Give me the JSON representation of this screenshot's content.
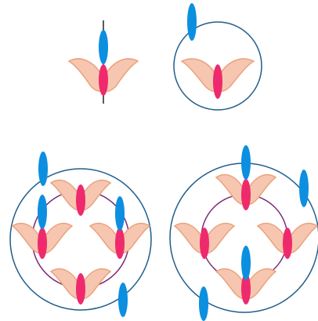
{
  "colors": {
    "background": "#ffffff",
    "petal_fill": "#f7c6b0",
    "petal_stroke": "#e9a37d",
    "pink_ellipse": "#ee2a6d",
    "blue_ellipse": "#0d8fe0",
    "outer_circle": "#1f5d8c",
    "inner_circle": "#7b2c79",
    "stem": "#222222"
  },
  "panels": [
    {
      "id": "panel-top-left",
      "flowers": 1,
      "has_stem": true,
      "circles": [],
      "blue_markers": 1
    },
    {
      "id": "panel-top-right",
      "flowers": 1,
      "has_stem": false,
      "circles": [
        "outer"
      ],
      "blue_markers": 1
    },
    {
      "id": "panel-bottom-left",
      "flowers": 4,
      "has_stem": false,
      "circles": [
        "outer",
        "inner"
      ],
      "blue_markers": 4
    },
    {
      "id": "panel-bottom-right",
      "flowers": 4,
      "has_stem": false,
      "circles": [
        "outer",
        "inner"
      ],
      "blue_markers": 4
    }
  ]
}
